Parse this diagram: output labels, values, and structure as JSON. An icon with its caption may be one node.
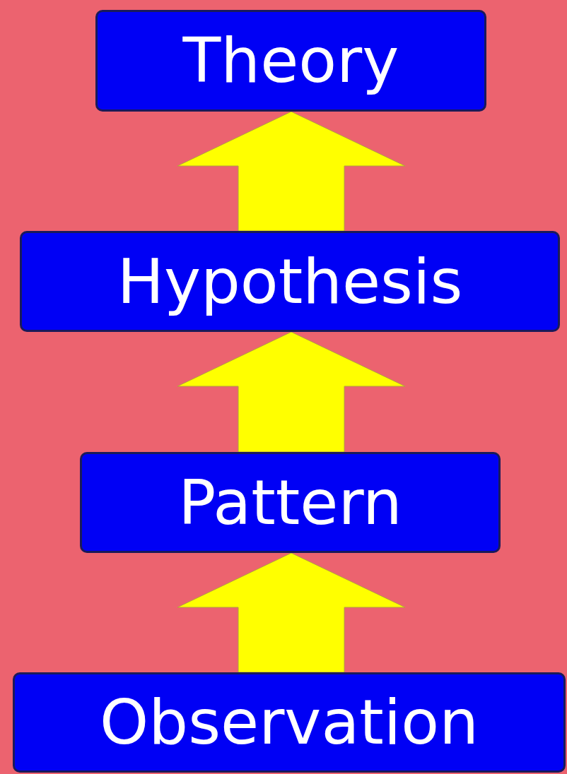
{
  "diagram": {
    "nodes": [
      {
        "text": [
          "Theory"
        ]
      },
      {
        "text": [
          "Hypothesis"
        ]
      },
      {
        "text": [
          "Pattern"
        ]
      },
      {
        "text": [
          "Observation"
        ]
      }
    ],
    "edges": [
      {
        "from": 1,
        "to": 0,
        "arrow": "to"
      },
      {
        "from": 2,
        "to": 1,
        "arrow": "to"
      },
      {
        "from": 3,
        "to": 2,
        "arrow": "to"
      }
    ]
  }
}
